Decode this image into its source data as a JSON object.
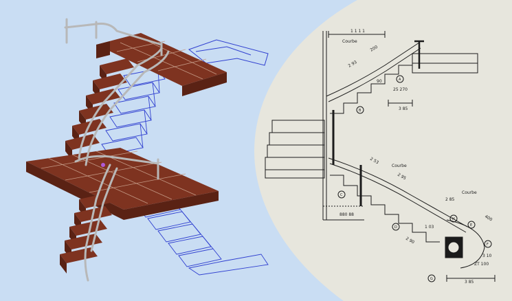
{
  "scene": {
    "background_color": "#c9ddf3",
    "panel_color": "#e7e6dd",
    "stair_colors": {
      "tread": "#7e3320",
      "riser": "#5a2214",
      "edge": "#c49a86",
      "rail": "#b8b8b8",
      "outline": "#2f3fd0"
    }
  },
  "drawing": {
    "dimension_labels": {
      "top_length": "1 1 1 1",
      "upper_rail": "Courbe",
      "upper_dim_a": "200",
      "upper_dim_b": "2 93",
      "upper_dim_c": "90",
      "upper_dim_d": "25 270",
      "upper_dim_e": "3 85",
      "middle_rail": "Courbe",
      "middle_dim_a": "2 53",
      "middle_dim_b": "2 95",
      "lower_rail": "Courbe",
      "lower_dim_a": "2 85",
      "lower_dim_b": "400",
      "lower_dim_c": "2 90",
      "lower_dim_d": "1 03",
      "bottom_dim_a": "3 10",
      "bottom_dim_b": "ZT 100",
      "bottom_dim_c": "3 85",
      "left_dim": "880 88"
    },
    "callouts": [
      "A",
      "B",
      "C",
      "D",
      "E",
      "F",
      "G",
      "H"
    ]
  }
}
